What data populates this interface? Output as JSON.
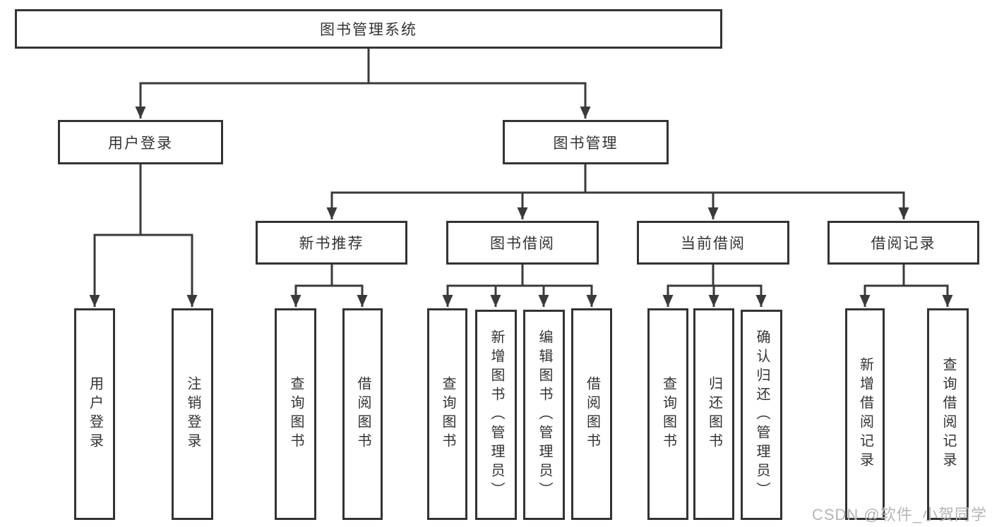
{
  "tree": {
    "label": "图书管理系统",
    "children": [
      {
        "label": "用户登录",
        "children": [
          {
            "label": "用户登录"
          },
          {
            "label": "注销登录"
          }
        ]
      },
      {
        "label": "图书管理",
        "children": [
          {
            "label": "新书推荐",
            "children": [
              {
                "label": "查询图书"
              },
              {
                "label": "借阅图书"
              }
            ]
          },
          {
            "label": "图书借阅",
            "children": [
              {
                "label": "查询图书"
              },
              {
                "label": "新增图书（管理员）"
              },
              {
                "label": "编辑图书（管理员）"
              },
              {
                "label": "借阅图书"
              }
            ]
          },
          {
            "label": "当前借阅",
            "children": [
              {
                "label": "查询图书"
              },
              {
                "label": "归还图书"
              },
              {
                "label": "确认归还（管理员）"
              }
            ]
          },
          {
            "label": "借阅记录",
            "children": [
              {
                "label": "新增借阅记录"
              },
              {
                "label": "查询借阅记录"
              }
            ]
          }
        ]
      }
    ]
  },
  "watermark": {
    "text": "CSDN @软件_小贺同学"
  },
  "colors": {
    "line": "#3a3a3a",
    "box_border": "#333333",
    "text": "#333333",
    "watermark": "#b5b5b5",
    "background": "#ffffff"
  }
}
